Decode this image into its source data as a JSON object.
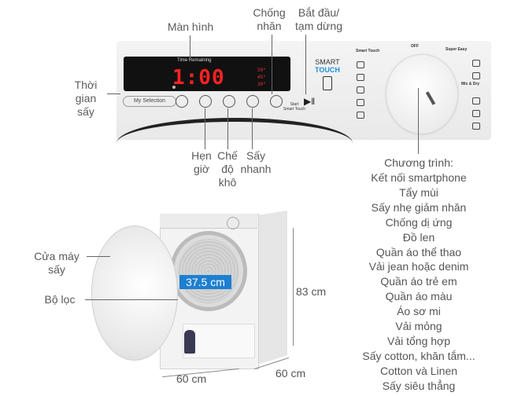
{
  "callouts": {
    "display": "Màn hình",
    "anti_crease": [
      "Chống",
      "nhăn"
    ],
    "start_pause": [
      "Bắt đầu/",
      "tạm dừng"
    ],
    "drying_time": [
      "Thời",
      "gian",
      "sấy"
    ],
    "timer": [
      "Hẹn",
      "giờ"
    ],
    "dry_level": [
      "Chế",
      "độ",
      "khô"
    ],
    "quick_dry": [
      "Sấy",
      "nhanh"
    ],
    "door": [
      "Cửa máy",
      "sấy"
    ],
    "filter": "Bộ lọc"
  },
  "panel": {
    "time_remaining": "Time Remaining",
    "digits": "1:00",
    "level_labels": [
      "59°",
      "45°",
      "30°"
    ],
    "my_selection": "My Selection",
    "start_label": "Start",
    "smart_touch_btn": "Smart Touch",
    "smart_label": "SMART",
    "touch_label": "TOUCH",
    "dial_smart_touch": "Smart Touch",
    "dial_off": "OFF",
    "dial_super_easy": "Super Easy",
    "dial_mix_dry": "Mix & Dry"
  },
  "dimensions": {
    "depth_opening": "37.5 cm",
    "height": "83 cm",
    "width": "60 cm",
    "depth": "60 cm"
  },
  "programs": {
    "title": "Chương trình:",
    "items": [
      "Kết nối smartphone",
      "Tẩy mùi",
      "Sấy nhẹ giảm nhăn",
      "Chống dị ứng",
      "Đồ len",
      "Quần áo thể thao",
      "Vải jean hoặc denim",
      "Quần áo trẻ em",
      "Quần áo màu",
      "Áo sơ mi",
      "Vải mỏng",
      "Vải tổng hợp",
      "Sấy cotton, khăn tắm...",
      "Cotton và Linen",
      "Sấy siêu thẳng"
    ]
  },
  "colors": {
    "accent": "#1d7fd1",
    "display_digits": "#ff2222"
  }
}
